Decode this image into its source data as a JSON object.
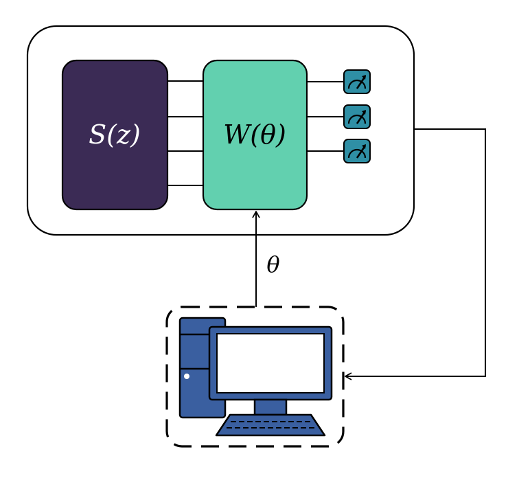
{
  "blocks": {
    "encoder_label": "S(z)",
    "circuit_label": "W(θ)"
  },
  "parameter_label": "θ",
  "colors": {
    "encoder_fill": "#3b2b55",
    "circuit_fill": "#62d0af",
    "meter_fill": "#2f8fa5",
    "computer_blue": "#3a5fa0",
    "stroke": "#000000"
  },
  "icons": {
    "measurement": "measurement-meter-icon",
    "computer": "desktop-computer-icon"
  }
}
